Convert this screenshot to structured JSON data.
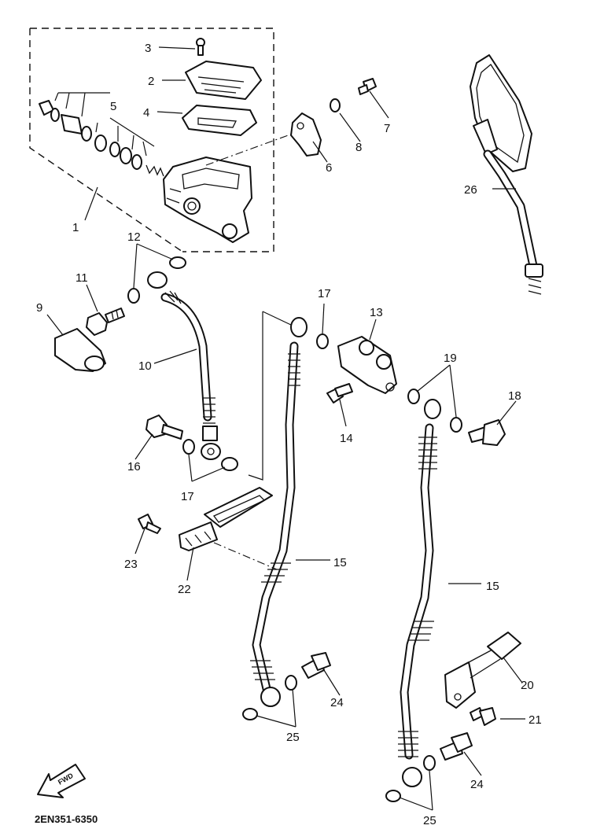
{
  "diagram": {
    "labels": [
      {
        "id": "1",
        "text": "1"
      },
      {
        "id": "2",
        "text": "2"
      },
      {
        "id": "3",
        "text": "3"
      },
      {
        "id": "4",
        "text": "4"
      },
      {
        "id": "5",
        "text": "5"
      },
      {
        "id": "6",
        "text": "6"
      },
      {
        "id": "7",
        "text": "7"
      },
      {
        "id": "8",
        "text": "8"
      },
      {
        "id": "9",
        "text": "9"
      },
      {
        "id": "10",
        "text": "10"
      },
      {
        "id": "11",
        "text": "11"
      },
      {
        "id": "12",
        "text": "12"
      },
      {
        "id": "13",
        "text": "13"
      },
      {
        "id": "14",
        "text": "14"
      },
      {
        "id": "15a",
        "text": "15"
      },
      {
        "id": "15b",
        "text": "15"
      },
      {
        "id": "16",
        "text": "16"
      },
      {
        "id": "17a",
        "text": "17"
      },
      {
        "id": "17b",
        "text": "17"
      },
      {
        "id": "18",
        "text": "18"
      },
      {
        "id": "19",
        "text": "19"
      },
      {
        "id": "20",
        "text": "20"
      },
      {
        "id": "21",
        "text": "21"
      },
      {
        "id": "22",
        "text": "22"
      },
      {
        "id": "23",
        "text": "23"
      },
      {
        "id": "24a",
        "text": "24"
      },
      {
        "id": "24b",
        "text": "24"
      },
      {
        "id": "25a",
        "text": "25"
      },
      {
        "id": "25b",
        "text": "25"
      },
      {
        "id": "26",
        "text": "26"
      }
    ],
    "fwd_text": "FWD",
    "drawing_code": "2EN351-6350"
  }
}
